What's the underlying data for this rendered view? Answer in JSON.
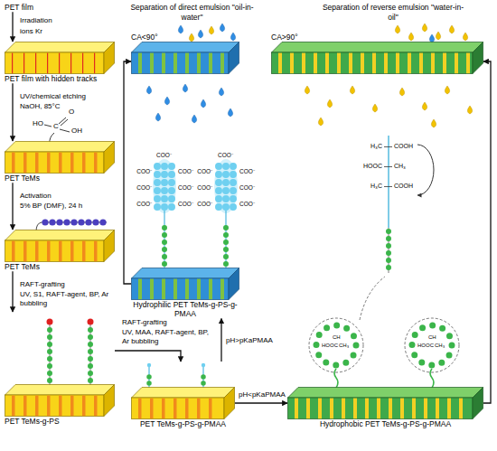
{
  "diagram": {
    "nodes": [
      {
        "text": [
          "PET film"
        ]
      },
      {
        "text": [
          "PET film with hidden tracks"
        ]
      },
      {
        "text": [
          "PET TeMs"
        ]
      },
      {
        "text": [
          "PET TeMs"
        ]
      },
      {
        "text": [
          "PET TeMs-g-PS"
        ]
      },
      {
        "text": [
          "PET TeMs-g-PS-g-PMAA"
        ]
      },
      {
        "text": [
          "Hydrophilic PET TeMs-g-PS-g-PMAA"
        ]
      },
      {
        "text": [
          "CA<90°"
        ]
      },
      {
        "text": [
          "CA>90°"
        ]
      },
      {
        "text": [
          "Hydrophobic PET TeMs-g-PS-g-PMAA"
        ]
      }
    ],
    "edges": [
      {
        "from": 0,
        "to": 1,
        "arrow": "to",
        "label": "Irradiation"
      },
      {
        "from": 1,
        "to": 2,
        "arrow": "to",
        "label": "UV/chemical etching"
      },
      {
        "from": 2,
        "to": 3,
        "arrow": "to",
        "label": "Activation"
      },
      {
        "from": 3,
        "to": 4,
        "arrow": "to",
        "label": "RAFT-grafting"
      },
      {
        "from": 4,
        "to": 5,
        "arrow": "to",
        "label": "RAFT-grafting"
      },
      {
        "from": 5,
        "to": 6,
        "arrow": "to",
        "label": "pH>pKaPMAA"
      },
      {
        "from": 5,
        "to": 9,
        "arrow": "to",
        "label": "pH<pKaPMAA"
      },
      {
        "from": 6,
        "to": 7,
        "arrow": "to"
      },
      {
        "from": 9,
        "to": 8,
        "arrow": "to"
      }
    ],
    "labels": [
      "ions Kr",
      "NaOH, 85°C",
      "HO",
      "C",
      "O",
      "OH",
      "5% BP (DMF), 24 h",
      "UV, S1, RAFT-agent, BP, Ar bubbling",
      "UV, MAA, RAFT-agent, BP, Ar bubbling",
      "Separation of direct emulsion \"oil-in-water\"",
      "Separation of reverse emulsion \"water-in-oil\"",
      "COO⁻",
      "COO⁻",
      "COO⁻",
      "COO⁻",
      "COO⁻",
      "COO⁻",
      "COO⁻",
      "COO⁻",
      "COO⁻",
      "COO⁻",
      "COO⁻",
      "COO⁻",
      "COO⁻",
      "COO⁻",
      "H₃C",
      "COOH",
      "HOOC",
      "CH₃",
      "H₃C",
      "COOH",
      "CH",
      "HOOC",
      "CH₃",
      "CH",
      "HOOC",
      "CH₃"
    ]
  }
}
